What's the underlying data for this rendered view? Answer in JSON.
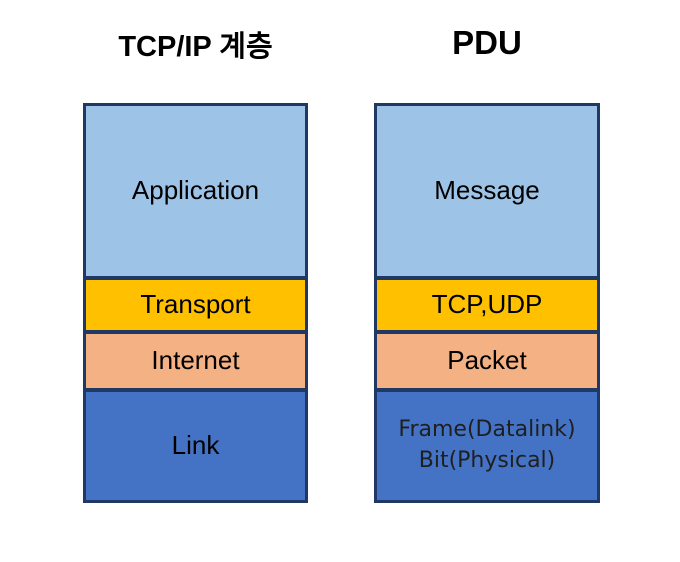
{
  "background": "#ffffff",
  "colors": {
    "application_blue": "#9DC3E6",
    "transport_gold": "#FFC000",
    "internet_peach": "#F4B183",
    "link_blue": "#4472C4",
    "border_navy": "#1F3864",
    "text_black": "#000000"
  },
  "columns": [
    {
      "title": "TCP/IP 계층",
      "rows": [
        {
          "label": "Application",
          "color": "#9DC3E6"
        },
        {
          "label": "Transport",
          "color": "#FFC000"
        },
        {
          "label": "Internet",
          "color": "#F4B183"
        },
        {
          "label": "Link",
          "color": "#4472C4"
        }
      ]
    },
    {
      "title": "PDU",
      "rows": [
        {
          "label": "Message",
          "color": "#9DC3E6"
        },
        {
          "label": "TCP,UDP",
          "color": "#FFC000"
        },
        {
          "label": "Packet",
          "color": "#F4B183"
        },
        {
          "lines": [
            "Frame(Datalink)",
            "Bit(Physical)"
          ],
          "color": "#4472C4"
        }
      ]
    }
  ]
}
